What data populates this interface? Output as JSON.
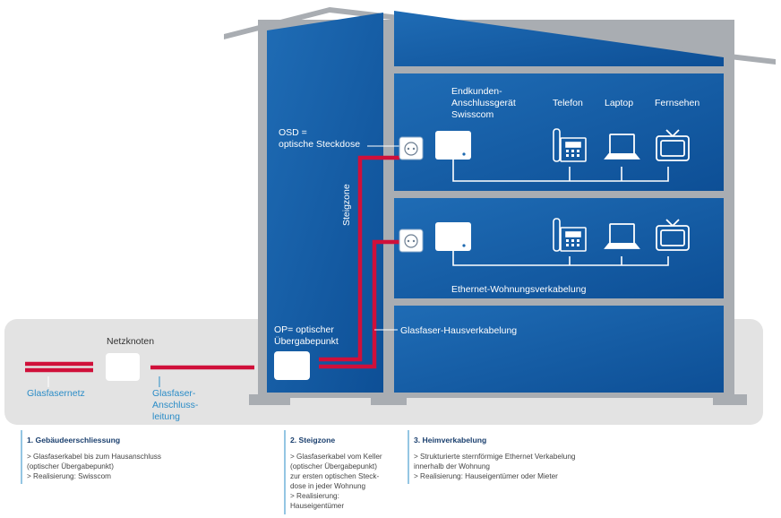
{
  "labels": {
    "endgeraet": [
      "Endkunden-",
      "Anschlussgerät",
      "Swisscom"
    ],
    "telefon": "Telefon",
    "laptop": "Laptop",
    "fernsehen": "Fernsehen",
    "osd": [
      "OSD =",
      "optische Steckdose"
    ],
    "steigzone": "Steigzone",
    "ethernet": "Ethernet-Wohnungsverkabelung",
    "netzknoten": "Netzknoten",
    "op": [
      "OP= optischer",
      "Übergabepunkt"
    ],
    "hausverkabelung": "Glasfaser-Hausverkabelung",
    "glasfasernetz": "Glasfasernetz",
    "anschlussleitung": [
      "Glasfaser-",
      "Anschluss-",
      "leitung"
    ]
  },
  "steps": [
    {
      "title": "1. Gebäudeerschliessung",
      "lines": [
        "> Glasfaserkabel bis zum Hausanschluss",
        "(optischer Übergabepunkt)",
        "> Realisierung: Swisscom"
      ]
    },
    {
      "title": "2. Steigzone",
      "lines": [
        "> Glasfaserkabel vom Keller",
        "(optischer Übergabepunkt)",
        "zur ersten optischen Steck-",
        "dose in jeder Wohnung",
        "> Realisierung:",
        "Hauseigentümer"
      ]
    },
    {
      "title": "3. Heimverkabelung",
      "lines": [
        "> Strukturierte sternförmige Ethernet Verkabelung",
        "innerhalb der Wohnung",
        "> Realisierung: Hauseigentümer oder Mieter"
      ]
    }
  ],
  "colors": {
    "fiber": "#d0103a",
    "house_blue": "#1e69b1",
    "wall_gray": "#a9adb2",
    "ground_gray": "#e3e3e3",
    "label_blue": "#2a8cc7"
  }
}
